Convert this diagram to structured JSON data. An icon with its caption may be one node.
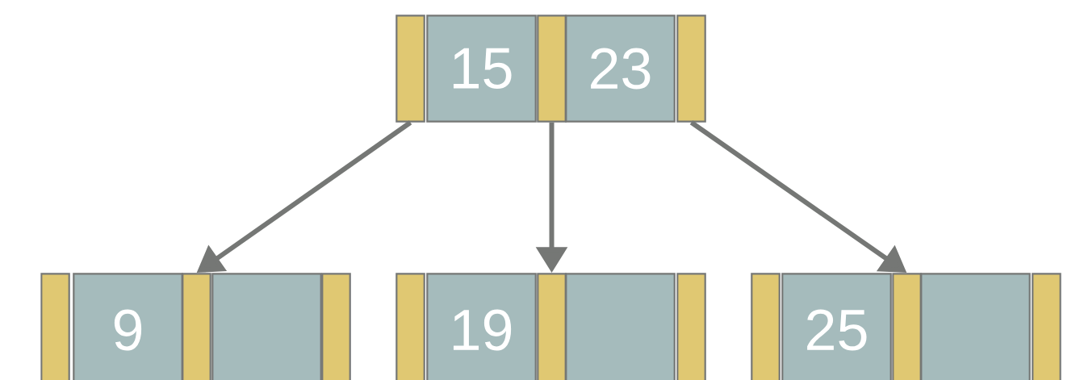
{
  "diagram": {
    "nodes": [
      {
        "text": [],
        "shape": "bar"
      },
      {
        "text": [
          "15"
        ]
      },
      {
        "text": [],
        "shape": "bar"
      },
      {
        "text": [
          "23"
        ]
      },
      {
        "text": [],
        "shape": "bar"
      },
      {
        "text": [],
        "shape": "bar"
      },
      {
        "text": [
          "9"
        ]
      },
      {
        "text": [],
        "shape": "bar"
      },
      {
        "text": [],
        "shape": "box"
      },
      {
        "text": [],
        "shape": "bar"
      },
      {
        "text": [],
        "shape": "bar"
      },
      {
        "text": [
          "19"
        ]
      },
      {
        "text": [],
        "shape": "bar"
      },
      {
        "text": [],
        "shape": "box"
      },
      {
        "text": [],
        "shape": "bar"
      },
      {
        "text": [],
        "shape": "bar"
      },
      {
        "text": [
          "25"
        ]
      },
      {
        "text": [],
        "shape": "bar"
      },
      {
        "text": [],
        "shape": "box"
      },
      {
        "text": [],
        "shape": "bar"
      }
    ],
    "edges": [
      {
        "from": 0,
        "to": 7,
        "arrow": "to"
      },
      {
        "from": 2,
        "to": 12,
        "arrow": "to"
      },
      {
        "from": 4,
        "to": 17,
        "arrow": "to"
      }
    ]
  }
}
